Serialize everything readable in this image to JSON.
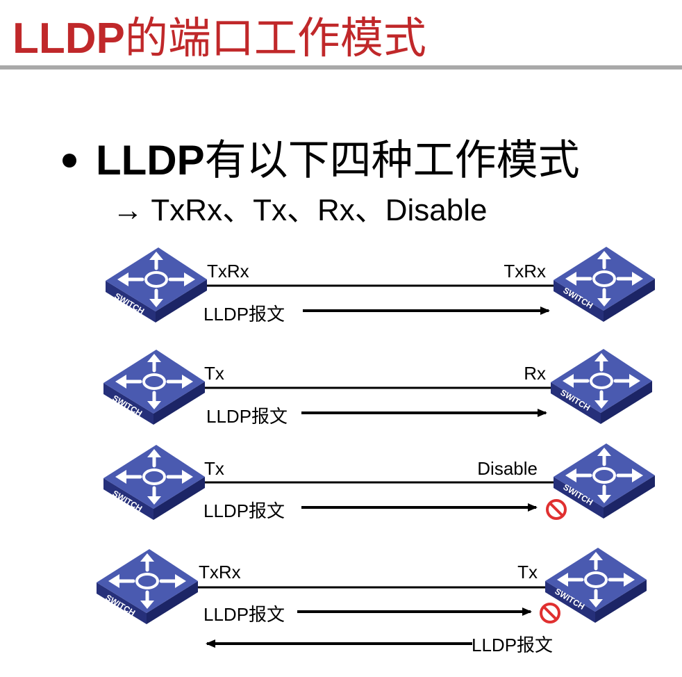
{
  "title": {
    "prefix": "LLDP",
    "suffix": "的端口工作模式"
  },
  "bullet": {
    "prefix": "LLDP",
    "suffix": "有以下四种工作模式"
  },
  "sub": "→ TxRx、Tx、Rx、Disable",
  "switch_label": "SWITCH",
  "colors": {
    "title": "#c0282a",
    "switch_top": "#4a5ab0",
    "switch_side": "#26307a",
    "block": "#e03030"
  },
  "rows": [
    {
      "left_mode": "TxRx",
      "right_mode": "TxRx",
      "packet": "LLDP报文"
    },
    {
      "left_mode": "Tx",
      "right_mode": "Rx",
      "packet": "LLDP报文"
    },
    {
      "left_mode": "Tx",
      "right_mode": "Disable",
      "packet": "LLDP报文"
    },
    {
      "left_mode": "TxRx",
      "right_mode": "Tx",
      "packet": "LLDP报文",
      "reverse_packet": "LLDP报文"
    }
  ]
}
